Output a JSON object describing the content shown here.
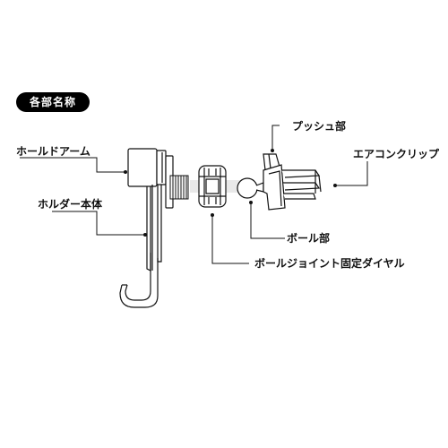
{
  "section_title": "各部名称",
  "labels": {
    "hold_arm": "ホールドアーム",
    "holder_body": "ホルダー本体",
    "push_part": "プッシュ部",
    "air_clip": "エアコンクリップ",
    "ball_part": "ボール部",
    "ball_joint_dial": "ボールジョイント固定ダイヤル"
  },
  "colors": {
    "line": "#111111",
    "badge": "#000000",
    "shaft": "#e9e9e9"
  }
}
